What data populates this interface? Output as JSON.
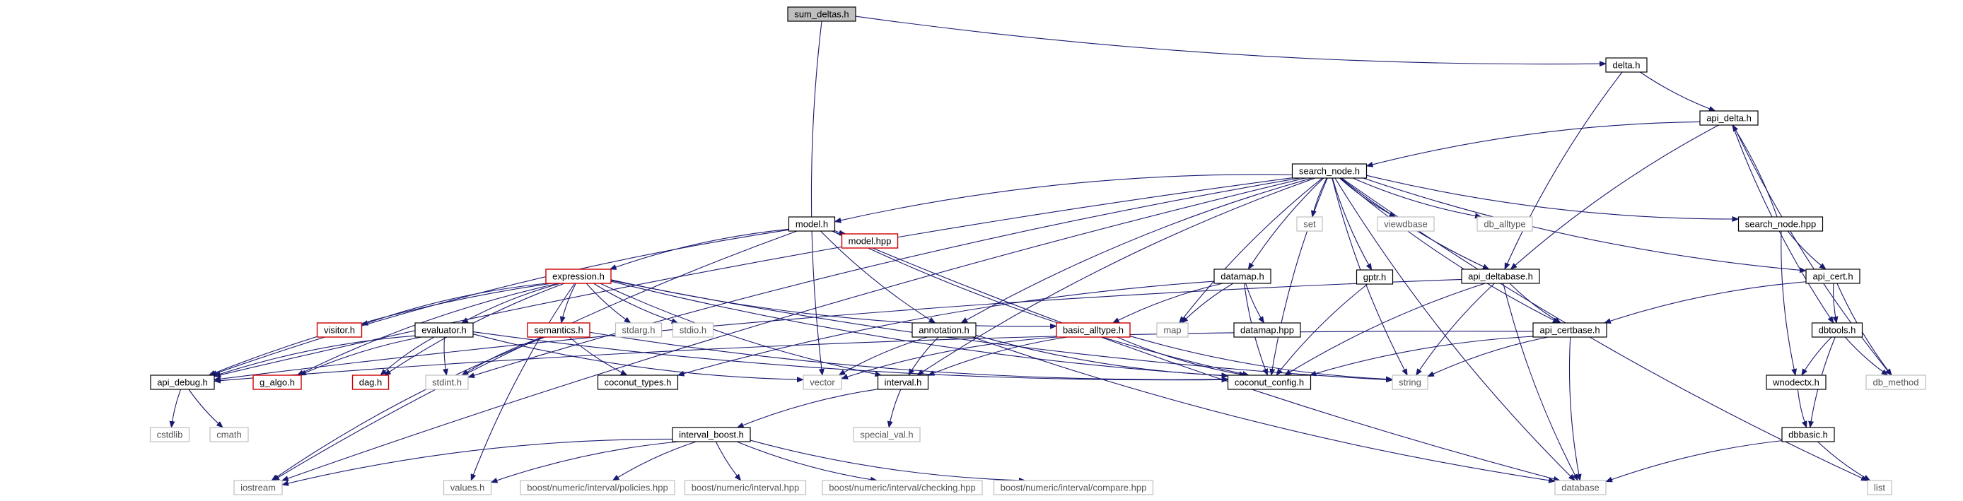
{
  "diagram": {
    "nodes": [
      {
        "id": "sum_deltas",
        "label": "sum_deltas.h",
        "style": "root"
      },
      {
        "id": "delta",
        "label": "delta.h",
        "style": "normal"
      },
      {
        "id": "api_delta",
        "label": "api_delta.h",
        "style": "normal"
      },
      {
        "id": "search_node",
        "label": "search_node.h",
        "style": "normal"
      },
      {
        "id": "model",
        "label": "model.h",
        "style": "normal"
      },
      {
        "id": "model_hpp",
        "label": "model.hpp",
        "style": "red"
      },
      {
        "id": "expression",
        "label": "expression.h",
        "style": "red"
      },
      {
        "id": "visitor",
        "label": "visitor.h",
        "style": "red"
      },
      {
        "id": "evaluator",
        "label": "evaluator.h",
        "style": "normal"
      },
      {
        "id": "semantics",
        "label": "semantics.h",
        "style": "red"
      },
      {
        "id": "stdarg",
        "label": "stdarg.h",
        "style": "gray"
      },
      {
        "id": "stdio",
        "label": "stdio.h",
        "style": "gray"
      },
      {
        "id": "annotation",
        "label": "annotation.h",
        "style": "normal"
      },
      {
        "id": "basic_alltype",
        "label": "basic_alltype.h",
        "style": "red"
      },
      {
        "id": "api_debug",
        "label": "api_debug.h",
        "style": "normal"
      },
      {
        "id": "g_algo",
        "label": "g_algo.h",
        "style": "red"
      },
      {
        "id": "dag",
        "label": "dag.h",
        "style": "red"
      },
      {
        "id": "stdint",
        "label": "stdint.h",
        "style": "gray"
      },
      {
        "id": "coconut_types",
        "label": "coconut_types.h",
        "style": "normal"
      },
      {
        "id": "vector",
        "label": "vector",
        "style": "gray"
      },
      {
        "id": "interval",
        "label": "interval.h",
        "style": "normal"
      },
      {
        "id": "coconut_config",
        "label": "coconut_config.h",
        "style": "normal"
      },
      {
        "id": "string",
        "label": "string",
        "style": "gray"
      },
      {
        "id": "cstdlib",
        "label": "cstdlib",
        "style": "gray"
      },
      {
        "id": "cmath",
        "label": "cmath",
        "style": "gray"
      },
      {
        "id": "special_val",
        "label": "special_val.h",
        "style": "gray"
      },
      {
        "id": "interval_boost",
        "label": "interval_boost.h",
        "style": "normal"
      },
      {
        "id": "iostream",
        "label": "iostream",
        "style": "gray"
      },
      {
        "id": "values",
        "label": "values.h",
        "style": "gray"
      },
      {
        "id": "policies",
        "label": "boost/numeric/interval/policies.hpp",
        "style": "gray"
      },
      {
        "id": "interval_hpp",
        "label": "boost/numeric/interval.hpp",
        "style": "gray"
      },
      {
        "id": "checking",
        "label": "boost/numeric/interval/checking.hpp",
        "style": "gray"
      },
      {
        "id": "compare",
        "label": "boost/numeric/interval/compare.hpp",
        "style": "gray"
      },
      {
        "id": "database",
        "label": "database",
        "style": "gray"
      },
      {
        "id": "set",
        "label": "set",
        "style": "gray"
      },
      {
        "id": "viewdbase",
        "label": "viewdbase",
        "style": "gray"
      },
      {
        "id": "db_alltype",
        "label": "db_alltype",
        "style": "gray"
      },
      {
        "id": "gptr",
        "label": "gptr.h",
        "style": "normal"
      },
      {
        "id": "datamap",
        "label": "datamap.h",
        "style": "normal"
      },
      {
        "id": "map",
        "label": "map",
        "style": "gray"
      },
      {
        "id": "datamap_hpp",
        "label": "datamap.hpp",
        "style": "normal"
      },
      {
        "id": "api_deltabase",
        "label": "api_deltabase.h",
        "style": "normal"
      },
      {
        "id": "api_certbase",
        "label": "api_certbase.h",
        "style": "normal"
      },
      {
        "id": "search_node_hpp",
        "label": "search_node.hpp",
        "style": "normal"
      },
      {
        "id": "api_cert",
        "label": "api_cert.h",
        "style": "normal"
      },
      {
        "id": "dbtools",
        "label": "dbtools.h",
        "style": "normal"
      },
      {
        "id": "wnodectx",
        "label": "wnodectx.h",
        "style": "normal"
      },
      {
        "id": "dbbasic",
        "label": "dbbasic.h",
        "style": "normal"
      },
      {
        "id": "db_method",
        "label": "db_method",
        "style": "gray"
      },
      {
        "id": "list",
        "label": "list",
        "style": "gray"
      }
    ],
    "edges": [
      [
        "sum_deltas",
        "delta"
      ],
      [
        "sum_deltas",
        "vector"
      ],
      [
        "delta",
        "api_delta"
      ],
      [
        "delta",
        "api_deltabase"
      ],
      [
        "api_delta",
        "search_node"
      ],
      [
        "api_delta",
        "api_deltabase"
      ],
      [
        "api_delta",
        "dbtools"
      ],
      [
        "api_delta",
        "db_method"
      ],
      [
        "search_node",
        "model"
      ],
      [
        "search_node",
        "iostream"
      ],
      [
        "search_node",
        "api_debug"
      ],
      [
        "search_node",
        "stdint"
      ],
      [
        "search_node",
        "annotation"
      ],
      [
        "search_node",
        "interval"
      ],
      [
        "search_node",
        "datamap"
      ],
      [
        "search_node",
        "map"
      ],
      [
        "search_node",
        "coconut_config"
      ],
      [
        "search_node",
        "set"
      ],
      [
        "search_node",
        "gptr"
      ],
      [
        "search_node",
        "viewdbase"
      ],
      [
        "search_node",
        "db_alltype"
      ],
      [
        "search_node",
        "api_deltabase"
      ],
      [
        "search_node",
        "api_certbase"
      ],
      [
        "search_node",
        "string"
      ],
      [
        "search_node",
        "database"
      ],
      [
        "search_node",
        "search_node_hpp"
      ],
      [
        "search_node",
        "list"
      ],
      [
        "search_node",
        "api_cert"
      ],
      [
        "model",
        "expression"
      ],
      [
        "model",
        "model_hpp"
      ],
      [
        "model",
        "annotation"
      ],
      [
        "model",
        "coconut_config"
      ],
      [
        "model",
        "database"
      ],
      [
        "model",
        "api_debug"
      ],
      [
        "model",
        "iostream"
      ],
      [
        "expression",
        "visitor"
      ],
      [
        "expression",
        "evaluator"
      ],
      [
        "expression",
        "semantics"
      ],
      [
        "expression",
        "stdarg"
      ],
      [
        "expression",
        "stdio"
      ],
      [
        "expression",
        "api_debug"
      ],
      [
        "expression",
        "g_algo"
      ],
      [
        "expression",
        "dag"
      ],
      [
        "expression",
        "values"
      ],
      [
        "expression",
        "basic_alltype"
      ],
      [
        "expression",
        "coconut_config"
      ],
      [
        "expression",
        "string"
      ],
      [
        "expression",
        "interval"
      ],
      [
        "evaluator",
        "api_debug"
      ],
      [
        "evaluator",
        "g_algo"
      ],
      [
        "evaluator",
        "dag"
      ],
      [
        "evaluator",
        "stdint"
      ],
      [
        "evaluator",
        "vector"
      ],
      [
        "evaluator",
        "coconut_config"
      ],
      [
        "semantics",
        "coconut_types"
      ],
      [
        "semantics",
        "stdint"
      ],
      [
        "semantics",
        "iostream"
      ],
      [
        "semantics",
        "coconut_config"
      ],
      [
        "annotation",
        "vector"
      ],
      [
        "annotation",
        "interval"
      ],
      [
        "annotation",
        "coconut_config"
      ],
      [
        "annotation",
        "database"
      ],
      [
        "basic_alltype",
        "vector"
      ],
      [
        "basic_alltype",
        "interval"
      ],
      [
        "basic_alltype",
        "coconut_config"
      ],
      [
        "basic_alltype",
        "string"
      ],
      [
        "api_debug",
        "cstdlib"
      ],
      [
        "api_debug",
        "cmath"
      ],
      [
        "interval",
        "special_val"
      ],
      [
        "interval",
        "interval_boost"
      ],
      [
        "interval_boost",
        "iostream"
      ],
      [
        "interval_boost",
        "values"
      ],
      [
        "interval_boost",
        "policies"
      ],
      [
        "interval_boost",
        "interval_hpp"
      ],
      [
        "interval_boost",
        "checking"
      ],
      [
        "interval_boost",
        "compare"
      ],
      [
        "gptr",
        "coconut_config"
      ],
      [
        "datamap",
        "map"
      ],
      [
        "datamap",
        "datamap_hpp"
      ],
      [
        "datamap",
        "basic_alltype"
      ],
      [
        "datamap",
        "coconut_types"
      ],
      [
        "datamap",
        "coconut_config"
      ],
      [
        "api_deltabase",
        "api_certbase"
      ],
      [
        "api_deltabase",
        "coconut_config"
      ],
      [
        "api_deltabase",
        "string"
      ],
      [
        "api_deltabase",
        "database"
      ],
      [
        "api_deltabase",
        "api_debug"
      ],
      [
        "api_certbase",
        "coconut_config"
      ],
      [
        "api_certbase",
        "string"
      ],
      [
        "api_certbase",
        "database"
      ],
      [
        "api_certbase",
        "api_debug"
      ],
      [
        "search_node_hpp",
        "api_delta"
      ],
      [
        "search_node_hpp",
        "api_cert"
      ],
      [
        "search_node_hpp",
        "wnodectx"
      ],
      [
        "api_cert",
        "api_certbase"
      ],
      [
        "api_cert",
        "dbtools"
      ],
      [
        "api_cert",
        "db_method"
      ],
      [
        "dbtools",
        "wnodectx"
      ],
      [
        "dbtools",
        "dbbasic"
      ],
      [
        "dbtools",
        "db_method"
      ],
      [
        "wnodectx",
        "dbbasic"
      ],
      [
        "dbbasic",
        "database"
      ],
      [
        "dbbasic",
        "list"
      ]
    ]
  }
}
